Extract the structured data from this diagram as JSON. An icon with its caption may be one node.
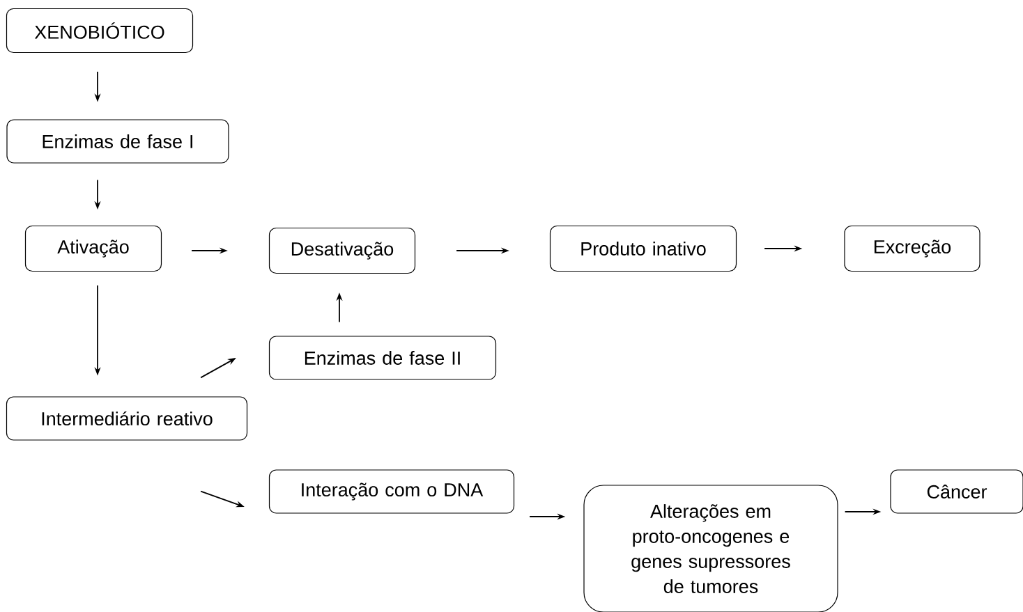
{
  "diagram": {
    "nodes": [
      {
        "text": [
          "XENOBIÓTICO"
        ]
      },
      {
        "text": [
          "Enzimas de fase I"
        ]
      },
      {
        "text": [
          "Ativação"
        ]
      },
      {
        "text": [
          "Desativação"
        ]
      },
      {
        "text": [
          "Produto inativo"
        ]
      },
      {
        "text": [
          "Excreção"
        ]
      },
      {
        "text": [
          "Enzimas de fase II"
        ]
      },
      {
        "text": [
          "Intermediário reativo"
        ]
      },
      {
        "text": [
          "Interação com o DNA"
        ]
      },
      {
        "text": [
          "Alterações em proto-oncogenes e genes supressores de tumores"
        ]
      },
      {
        "text": [
          "Câncer"
        ]
      }
    ],
    "edges": [
      {
        "from": 0,
        "to": 1,
        "arrow": "to"
      },
      {
        "from": 1,
        "to": 2,
        "arrow": "to"
      },
      {
        "from": 2,
        "to": 3,
        "arrow": "to"
      },
      {
        "from": 3,
        "to": 4,
        "arrow": "to"
      },
      {
        "from": 4,
        "to": 5,
        "arrow": "to"
      },
      {
        "from": 6,
        "to": 3,
        "arrow": "to"
      },
      {
        "from": 2,
        "to": 7,
        "arrow": "to"
      },
      {
        "from": 7,
        "to": 6,
        "arrow": "to"
      },
      {
        "from": 7,
        "to": 8,
        "arrow": "to"
      },
      {
        "from": 8,
        "to": 9,
        "arrow": "to"
      },
      {
        "from": 9,
        "to": 10,
        "arrow": "to"
      }
    ]
  }
}
